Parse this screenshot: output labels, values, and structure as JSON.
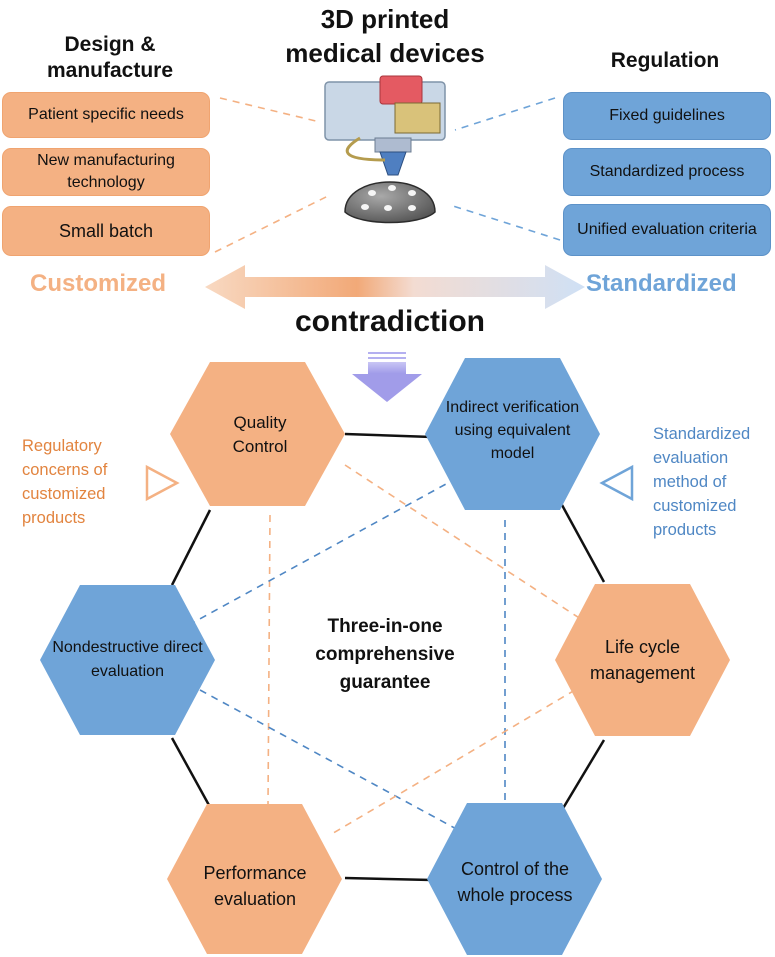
{
  "title": "3D printed\nmedical devices",
  "left": {
    "heading": "Design &\nmanufacture",
    "items": [
      "Patient specific needs",
      "New manufacturing technology",
      "Small batch"
    ],
    "label": "Customized"
  },
  "right": {
    "heading": "Regulation",
    "items": [
      "Fixed guidelines",
      "Standardized process",
      "Unified evaluation criteria"
    ],
    "label": "Standardized"
  },
  "contradiction": "contradiction",
  "hexagons": {
    "quality_control": "Quality Control",
    "indirect_verification": "Indirect verification using equivalent model",
    "nondestructive": "Nondestructive direct evaluation",
    "life_cycle": "Life cycle management",
    "performance": "Performance evaluation",
    "whole_process": "Control of the whole process"
  },
  "center": "Three-in-one comprehensive guarantee",
  "notes": {
    "left": "Regulatory concerns of customized products",
    "right": "Standardized evaluation method of customized products"
  },
  "colors": {
    "orange": "#f4b183",
    "blue": "#6fa4d8",
    "orange_text": "#e2843f",
    "blue_text": "#4f87c4",
    "purple_arrow": "#a8a4ee"
  }
}
